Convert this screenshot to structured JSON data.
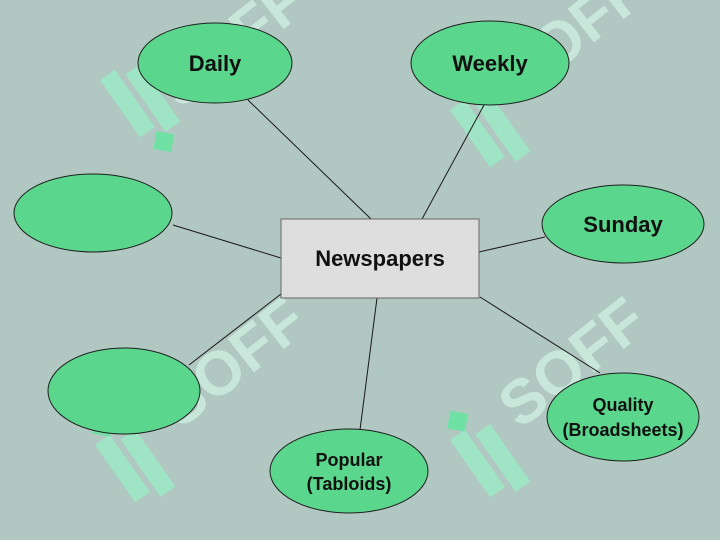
{
  "center": {
    "label": "Newspapers"
  },
  "nodes": {
    "daily": {
      "label": "Daily"
    },
    "weekly": {
      "label": "Weekly"
    },
    "sunday": {
      "label": "Sunday"
    },
    "quality": {
      "line1": "Quality",
      "line2": "(Broadsheets)"
    },
    "popular": {
      "line1": "Popular",
      "line2": "(Tabloids)"
    },
    "blank_left": {
      "label": ""
    },
    "blank_bottom_left": {
      "label": ""
    }
  },
  "watermark": {
    "text": "SOFF"
  },
  "colors": {
    "background": "#b1c7c1",
    "oval_fill": "#5ad68d",
    "center_fill": "#dedede",
    "watermark_text": "#c8e7da",
    "watermark_logo": "#9fe4c4"
  }
}
